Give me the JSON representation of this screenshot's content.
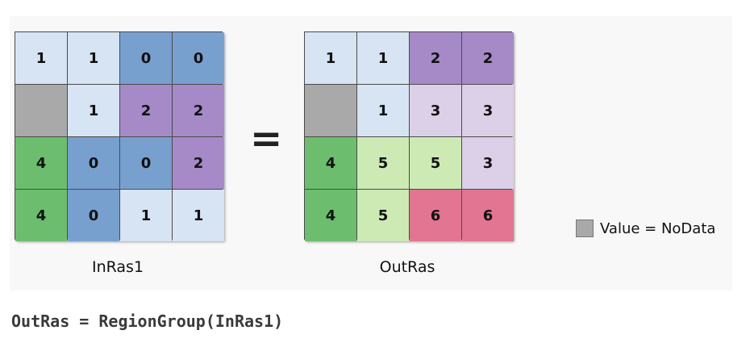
{
  "colors": {
    "value_0": "#78a0cf",
    "value_1": "#d6e4f3",
    "value_2": "#a58ac7",
    "value_3": "#dccfe8",
    "value_4": "#6cbe6e",
    "value_5": "#cdeab5",
    "value_6": "#e27592",
    "nodata": "#a9a9a9"
  },
  "input_raster": {
    "caption": "InRas1",
    "cells": [
      [
        "1",
        "1",
        "0",
        "0"
      ],
      [
        "",
        "1",
        "2",
        "2"
      ],
      [
        "4",
        "0",
        "0",
        "2"
      ],
      [
        "4",
        "0",
        "1",
        "1"
      ]
    ]
  },
  "equals_sign": "=",
  "output_raster": {
    "caption": "OutRas",
    "cells": [
      [
        "1",
        "1",
        "2",
        "2"
      ],
      [
        "",
        "1",
        "3",
        "3"
      ],
      [
        "4",
        "5",
        "5",
        "3"
      ],
      [
        "4",
        "5",
        "6",
        "6"
      ]
    ]
  },
  "legend": {
    "label": "Value = NoData"
  },
  "formula": "OutRas = RegionGroup(InRas1)"
}
